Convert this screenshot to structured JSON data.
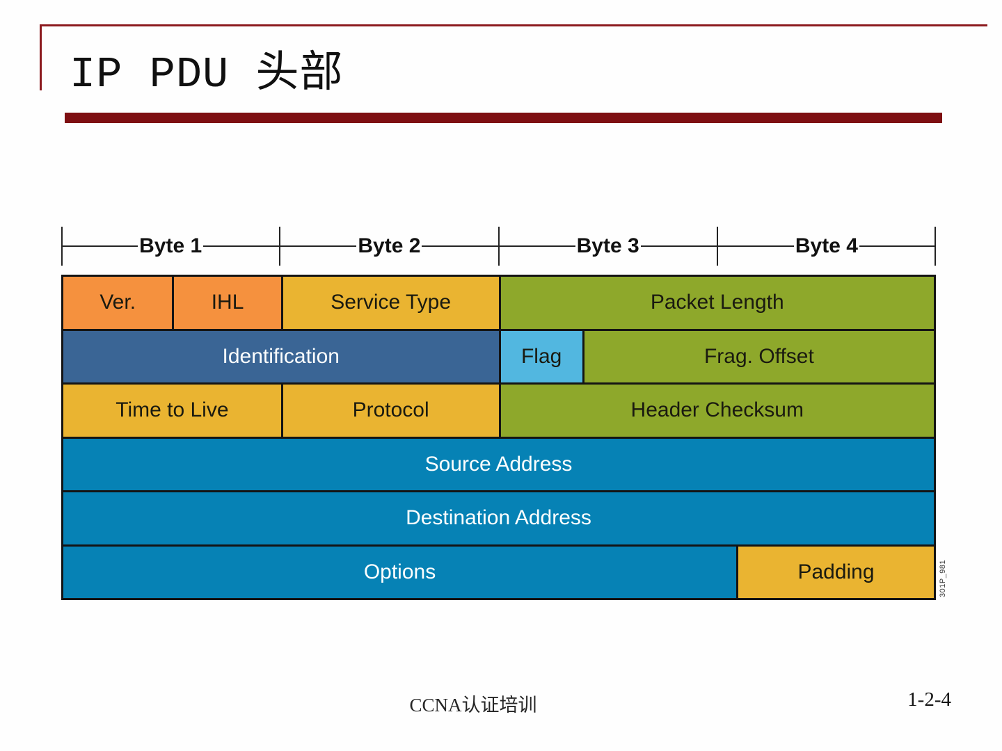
{
  "slide": {
    "title": "IP PDU 头部",
    "footer_center": "CCNA认证培训",
    "footer_page": "1-2-4",
    "figure_id": "301P_981"
  },
  "ruler": {
    "bytes": [
      {
        "label": "Byte 1"
      },
      {
        "label": "Byte 2"
      },
      {
        "label": "Byte 3"
      },
      {
        "label": "Byte 4"
      }
    ]
  },
  "header_table": {
    "rows": [
      {
        "cells": [
          {
            "label": "Ver.",
            "color": "orange",
            "width": 12.5,
            "text": "dark"
          },
          {
            "label": "IHL",
            "color": "orange",
            "width": 12.5,
            "text": "dark"
          },
          {
            "label": "Service Type",
            "color": "gold",
            "width": 25,
            "text": "dark"
          },
          {
            "label": "Packet Length",
            "color": "olive",
            "width": 50,
            "text": "dark"
          }
        ]
      },
      {
        "cells": [
          {
            "label": "Identification",
            "color": "steel_blue",
            "width": 50,
            "text": "light"
          },
          {
            "label": "Flag",
            "color": "light_blue",
            "width": 9.62,
            "text": "dark"
          },
          {
            "label": "Frag. Offset",
            "color": "olive",
            "width": 40.38,
            "text": "dark"
          }
        ]
      },
      {
        "cells": [
          {
            "label": "Time to Live",
            "color": "gold",
            "width": 25,
            "text": "dark"
          },
          {
            "label": "Protocol",
            "color": "gold",
            "width": 25,
            "text": "dark"
          },
          {
            "label": "Header Checksum",
            "color": "olive",
            "width": 50,
            "text": "dark"
          }
        ]
      },
      {
        "cells": [
          {
            "label": "Source Address",
            "color": "blue",
            "width": 100,
            "text": "light"
          }
        ]
      },
      {
        "cells": [
          {
            "label": "Destination Address",
            "color": "blue",
            "width": 100,
            "text": "light"
          }
        ]
      },
      {
        "cells": [
          {
            "label": "Options",
            "color": "blue",
            "width": 77.3,
            "text": "light"
          },
          {
            "label": "Padding",
            "color": "gold",
            "width": 22.7,
            "text": "dark"
          }
        ]
      }
    ]
  },
  "colors": {
    "accent_line": "#8C1A1E",
    "accent_bar": "#7E0F12",
    "border": "#141414",
    "orange": "#F5913E",
    "gold": "#EAB431",
    "olive": "#8EA82B",
    "steel_blue": "#3A6595",
    "light_blue": "#52B7E0",
    "blue": "#0682B5",
    "text_dark": "#1A1A10",
    "text_light": "#FCFEFE"
  }
}
